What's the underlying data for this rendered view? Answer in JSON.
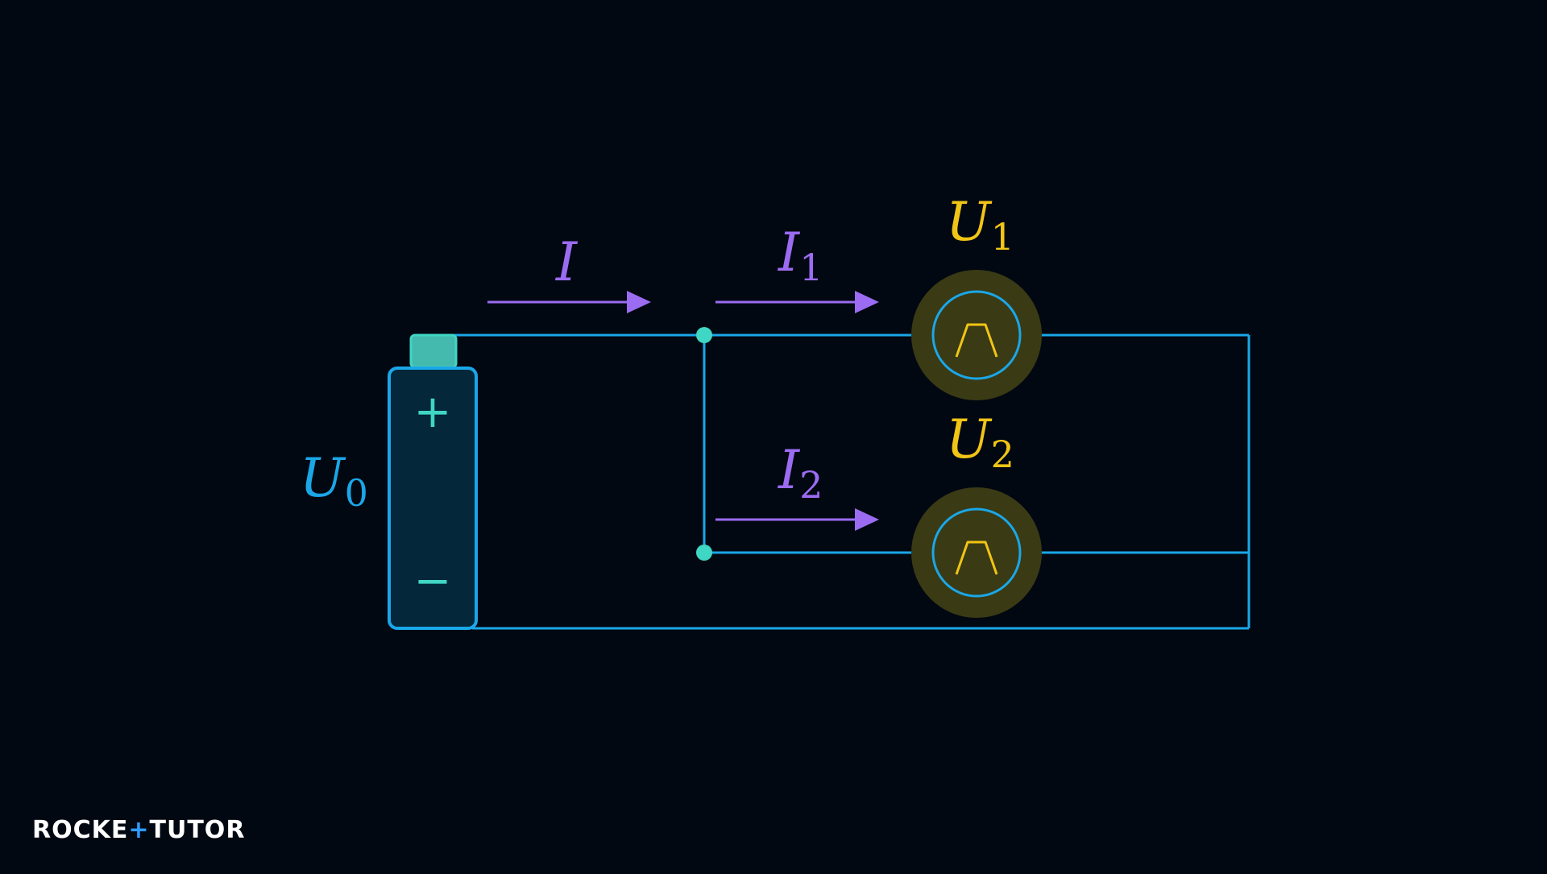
{
  "colors": {
    "background": "#020812",
    "wire": "#1aa7e8",
    "node": "#3fd6c4",
    "current": "#9b6cf2",
    "voltage_lamp": "#f1c515",
    "lamp_glow": "#3a3a14",
    "battery_fill": "#04273a",
    "battery_cap": "#44b9ae",
    "logo_text": "#ffffff",
    "logo_accent": "#2e9bff"
  },
  "labels": {
    "battery": {
      "main": "U",
      "sub": "0"
    },
    "current_total": {
      "main": "I"
    },
    "current_1": {
      "main": "I",
      "sub": "1"
    },
    "current_2": {
      "main": "I",
      "sub": "2"
    },
    "lamp_1_voltage": {
      "main": "U",
      "sub": "1"
    },
    "lamp_2_voltage": {
      "main": "U",
      "sub": "2"
    }
  },
  "battery": {
    "plus_symbol": "+",
    "minus_symbol": "−"
  },
  "icons": {
    "lamp": "lamp-icon",
    "battery": "battery-icon",
    "arrow": "current-arrow-icon",
    "junction": "junction-node-icon"
  },
  "logo": {
    "part_a": "ROCKE",
    "accent": "+",
    "part_b": "TUTO",
    "part_c": "R"
  }
}
